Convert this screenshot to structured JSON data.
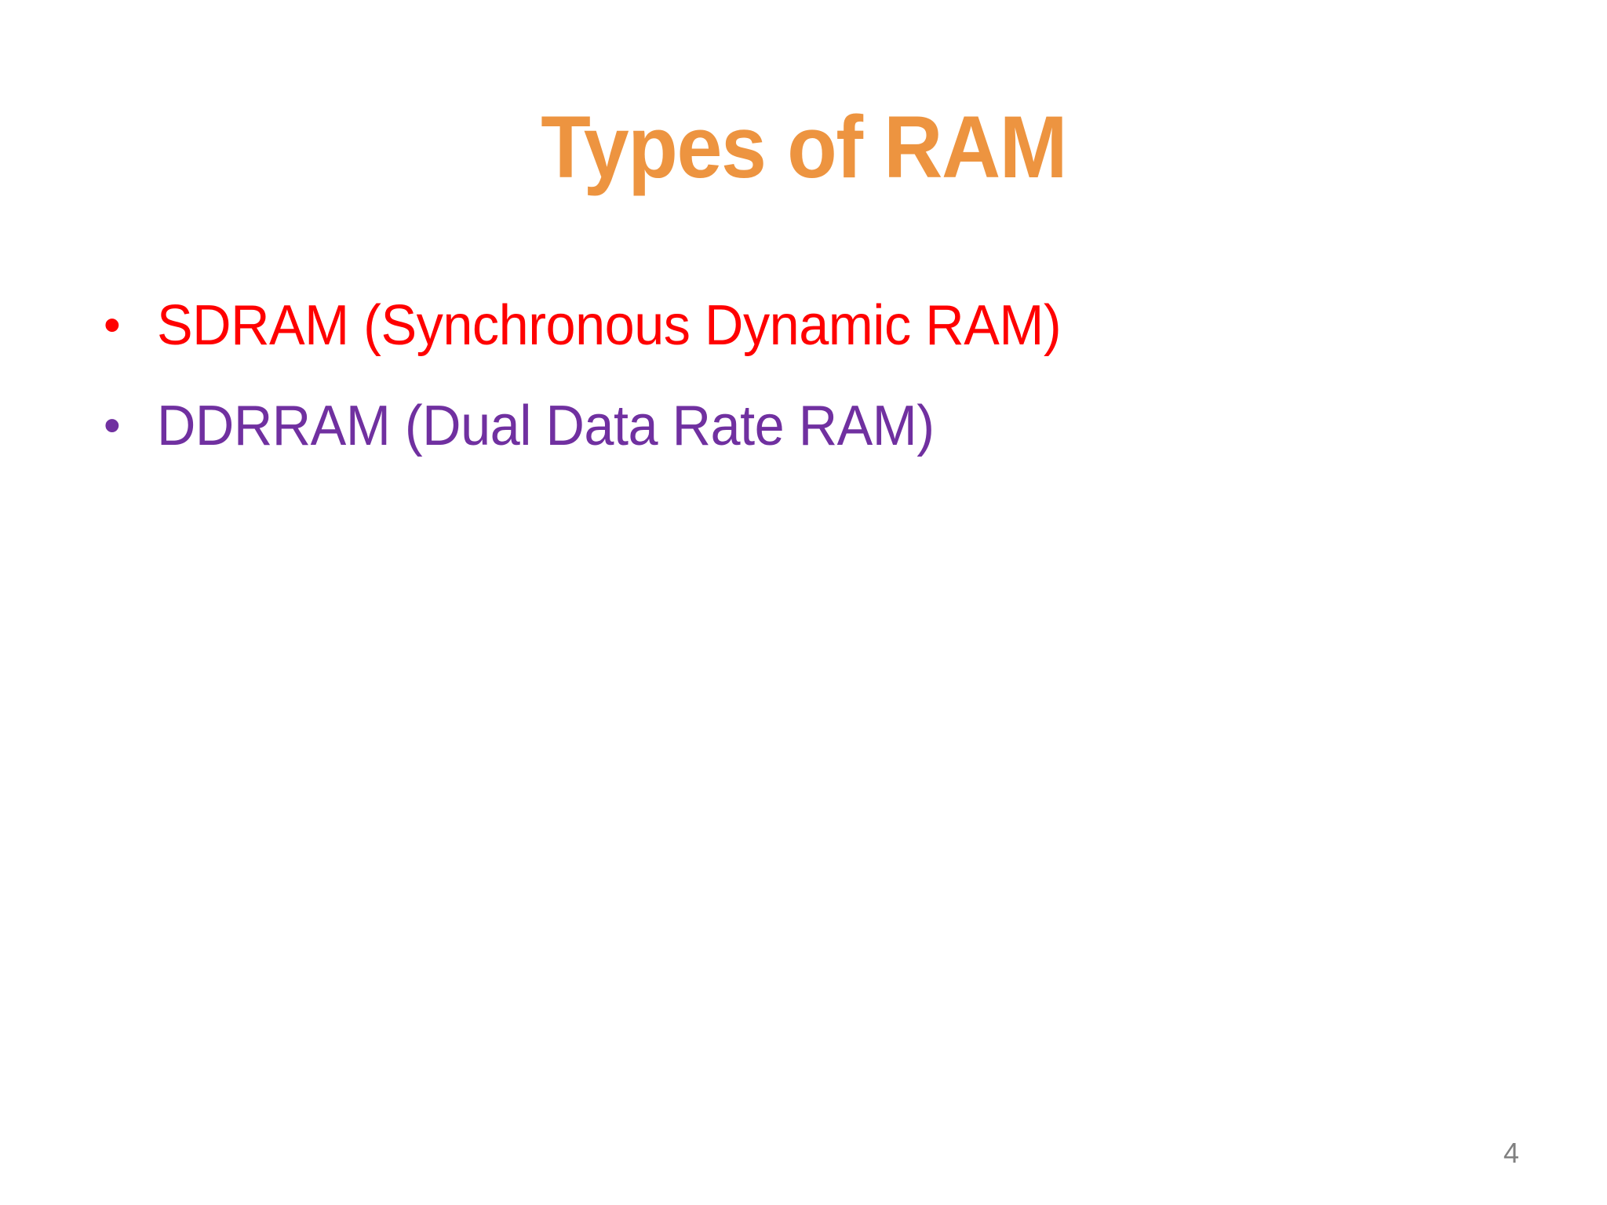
{
  "slide": {
    "background_color": "#ffffff",
    "title": {
      "text": "Types of RAM",
      "color": "#ed9440",
      "bold": true,
      "align": "center"
    },
    "body": {
      "bullets": [
        {
          "marker": "•",
          "text": "SDRAM (Synchronous Dynamic RAM)",
          "color": "#ff0000"
        },
        {
          "marker": "•",
          "text": "DDRRAM (Dual Data Rate RAM)",
          "color": "#7030a0"
        }
      ]
    },
    "footer": {
      "page_number": "4",
      "page_number_color": "#808080"
    }
  }
}
